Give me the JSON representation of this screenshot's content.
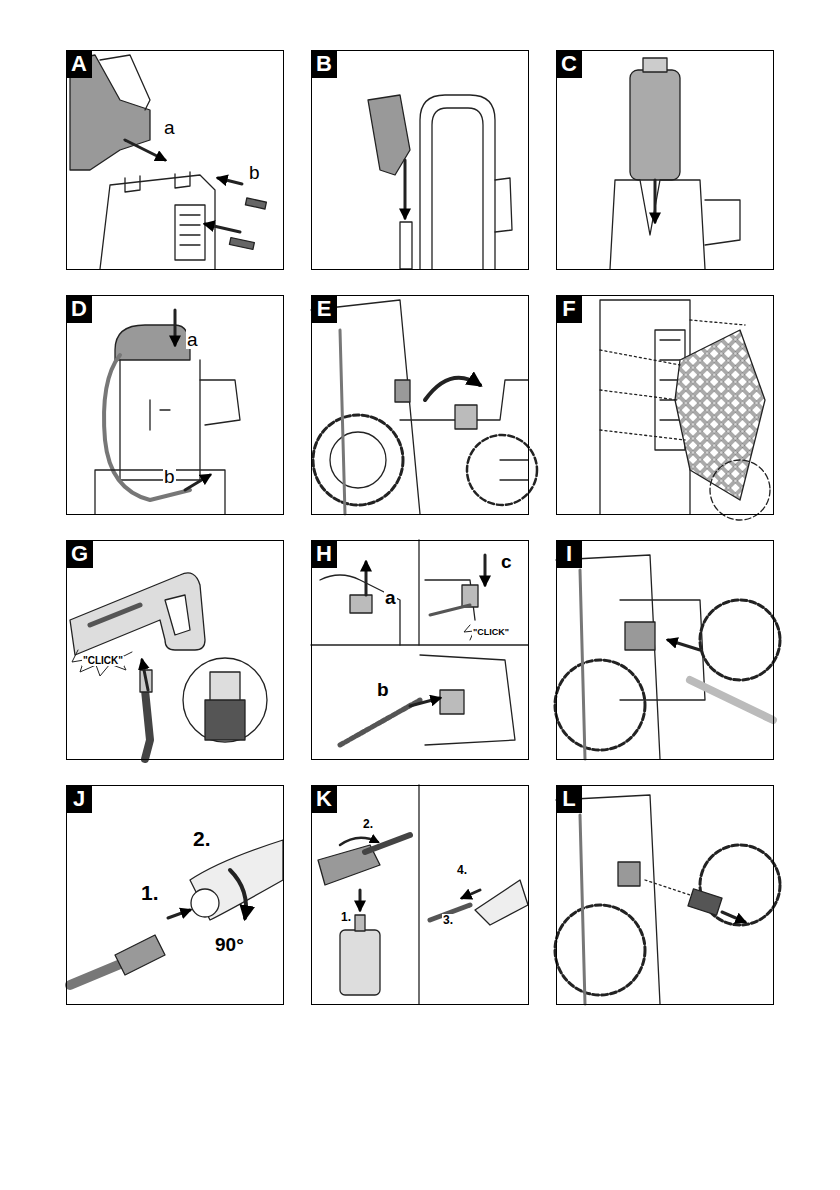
{
  "diagram": {
    "nodes": [
      {
        "text": [
          "A"
        ]
      },
      {
        "text": [
          "B"
        ]
      },
      {
        "text": [
          "C"
        ]
      },
      {
        "text": [
          "D"
        ]
      },
      {
        "text": [
          "E"
        ]
      },
      {
        "text": [
          "F"
        ]
      },
      {
        "text": [
          "G"
        ]
      },
      {
        "text": [
          "H"
        ]
      },
      {
        "text": [
          "I"
        ]
      },
      {
        "text": [
          "J"
        ]
      },
      {
        "text": [
          "K"
        ]
      },
      {
        "text": [
          "L"
        ]
      }
    ],
    "labels": [
      "a",
      "b",
      "a",
      "b",
      "\"CLICK\"",
      "a",
      "c",
      "\"CLICK\"",
      "b",
      "2.",
      "1.",
      "90°",
      "2.",
      "1.",
      "4.",
      "3."
    ]
  }
}
